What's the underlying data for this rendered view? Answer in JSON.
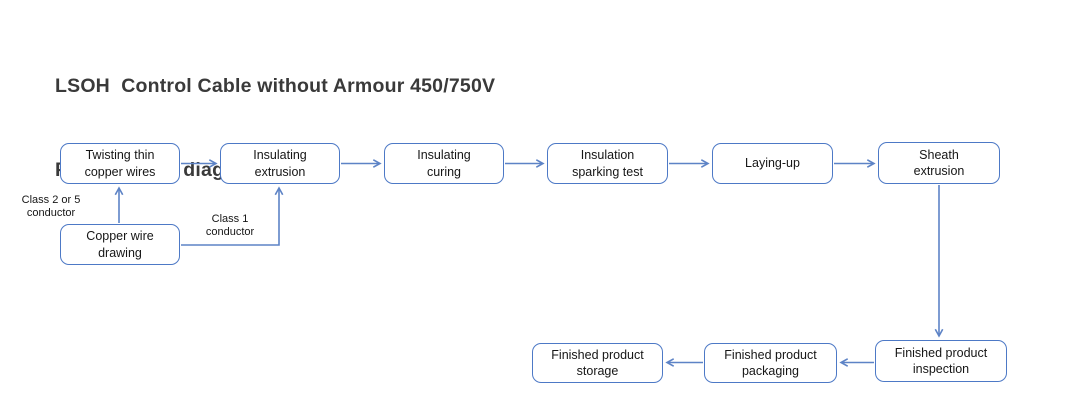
{
  "title": {
    "line1": "LSOH  Control Cable without Armour 450/750V",
    "line2": "Process flow diagram"
  },
  "colors": {
    "box_border": "#4d79c6",
    "arrow": "#5d83c6",
    "title_text": "#3a3a3a",
    "box_text": "#161616",
    "background": "#ffffff"
  },
  "diagram": {
    "nodes": {
      "twisting": {
        "label": "Twisting thin\ncopper wires"
      },
      "insulating_extrusion": {
        "label": "Insulating\nextrusion"
      },
      "insulating_curing": {
        "label": "Insulating\ncuring"
      },
      "insulation_sparking_test": {
        "label": "Insulation\nsparking test"
      },
      "laying_up": {
        "label": "Laying-up"
      },
      "sheath_extrusion": {
        "label": "Sheath\nextrusion"
      },
      "copper_wire_drawing": {
        "label": "Copper wire\ndrawing"
      },
      "finished_product_inspection": {
        "label": "Finished product\ninspection"
      },
      "finished_product_packaging": {
        "label": "Finished product\npackaging"
      },
      "finished_product_storage": {
        "label": "Finished product\nstorage"
      }
    },
    "annotations": {
      "class_2_or_5": "Class 2 or 5\nconductor",
      "class_1": "Class 1\nconductor"
    }
  }
}
